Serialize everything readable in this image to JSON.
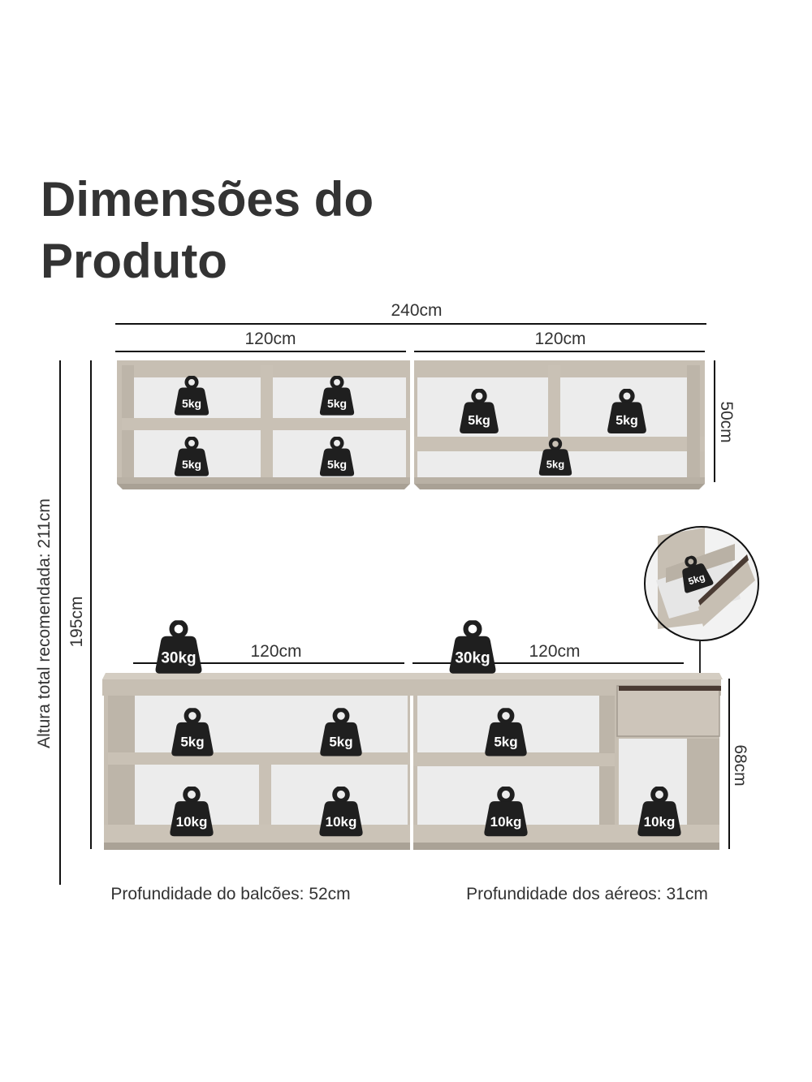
{
  "title": {
    "line1": "Dimensões do",
    "line2": "Produto"
  },
  "dimensions": {
    "total_width": "240cm",
    "upper_left_width": "120cm",
    "upper_right_width": "120cm",
    "upper_height": "50cm",
    "height_195": "195cm",
    "recommended_total_height": "Altura total recomendada: 211cm",
    "base_left_width": "120cm",
    "base_right_width": "120cm",
    "base_height": "68cm"
  },
  "weights": {
    "upper_left_top_left": "5kg",
    "upper_left_top_right": "5kg",
    "upper_left_bottom_left": "5kg",
    "upper_left_bottom_right": "5kg",
    "upper_right_top_left": "5kg",
    "upper_right_top_right": "5kg",
    "upper_right_bottom": "5kg",
    "countertop_left": "30kg",
    "countertop_right": "30kg",
    "base_top_1": "5kg",
    "base_top_2": "5kg",
    "base_top_3": "5kg",
    "base_bottom_1": "10kg",
    "base_bottom_2": "10kg",
    "base_bottom_3": "10kg",
    "base_bottom_4": "10kg",
    "drawer": "5kg"
  },
  "footer": {
    "base_depth": "Profundidade do balcões: 52cm",
    "upper_depth": "Profundidade dos aéreos: 31cm"
  },
  "colors": {
    "cabinet": "#c7bfb3",
    "cabinet_shadow": "#a9a195",
    "interior": "#ececec",
    "drawer_handle": "#4a3b33",
    "weight_icon": "#1f1f1f",
    "line": "#111111"
  }
}
